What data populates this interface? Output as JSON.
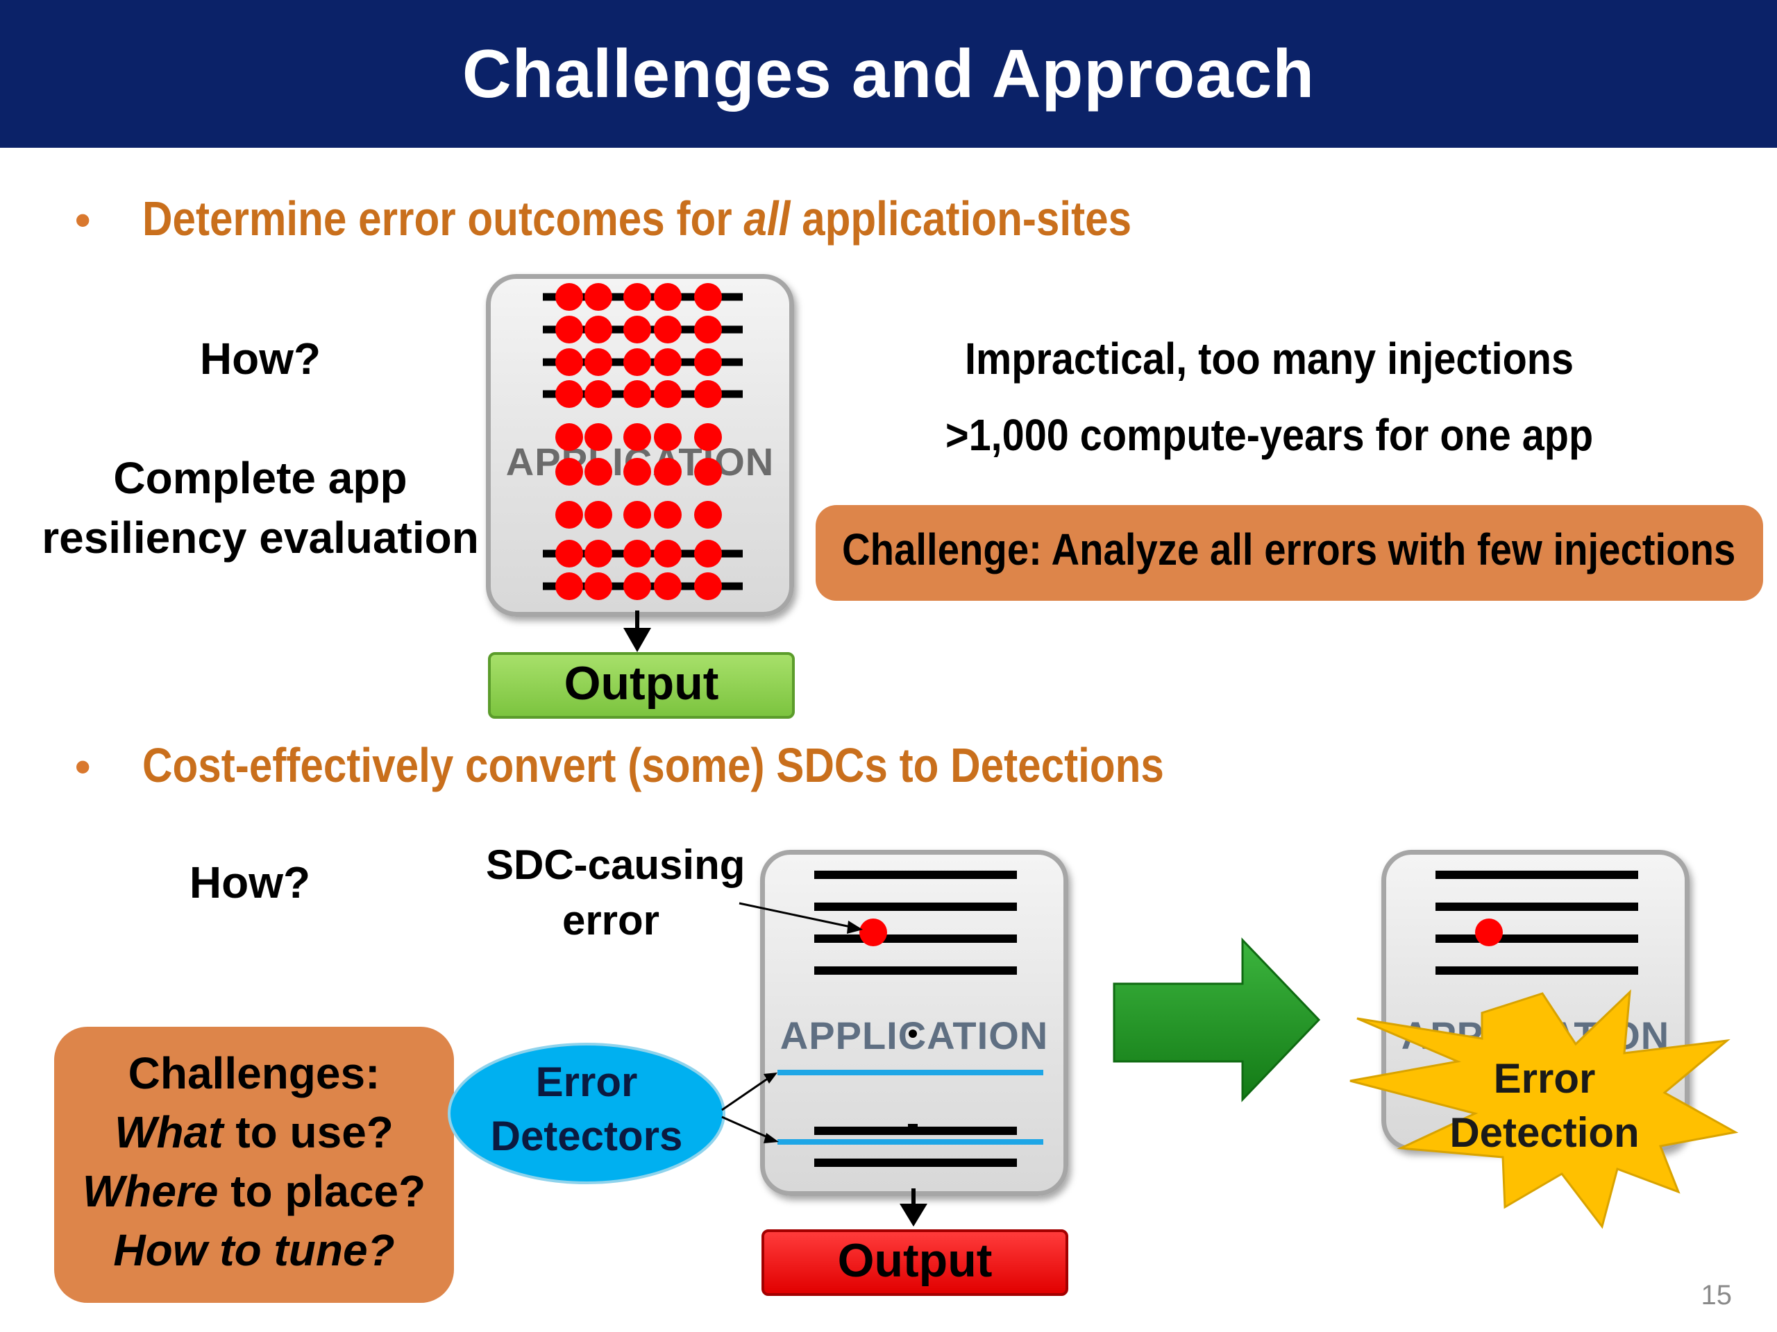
{
  "title": "Challenges and Approach",
  "bullet1": {
    "before": "Determine error outcomes for ",
    "italic": "all",
    "after": " application-sites"
  },
  "bullet2": "Cost-effectively convert (some) SDCs to Detections",
  "top": {
    "how": "How?",
    "complete_line1": "Complete app",
    "complete_line2": "resiliency evaluation",
    "app_label": "APPLICATION",
    "output": "Output",
    "impractical": "Impractical, too many injections",
    "compute_years": ">1,000 compute-years for one app",
    "challenge": "Challenge: Analyze all errors with few injections"
  },
  "bottom": {
    "how": "How?",
    "sdc_line1": "SDC-causing",
    "sdc_line2": "error",
    "challenges_title": "Challenges:",
    "q1_italic": "What",
    "q1_rest": " to use?",
    "q2_italic": "Where",
    "q2_rest": " to place?",
    "q3": "How to tune?",
    "detectors_line1": "Error",
    "detectors_line2": "Detectors",
    "app_label": "APPLICATION",
    "app_label_right": "APPLICATION",
    "output": "Output",
    "detection_line1": "Error",
    "detection_line2": "Detection"
  },
  "page_number": "15",
  "colors": {
    "title_bar": "#0b2268",
    "bullet_text": "#c96f1c",
    "challenge_box": "#dd854a",
    "output_green": "#8ed150",
    "output_red": "#ee1111",
    "detector_fill": "#00b0f0",
    "arrow_green": "#1f9a24",
    "starburst": "#ffc000",
    "error_dot": "#ff0000"
  }
}
